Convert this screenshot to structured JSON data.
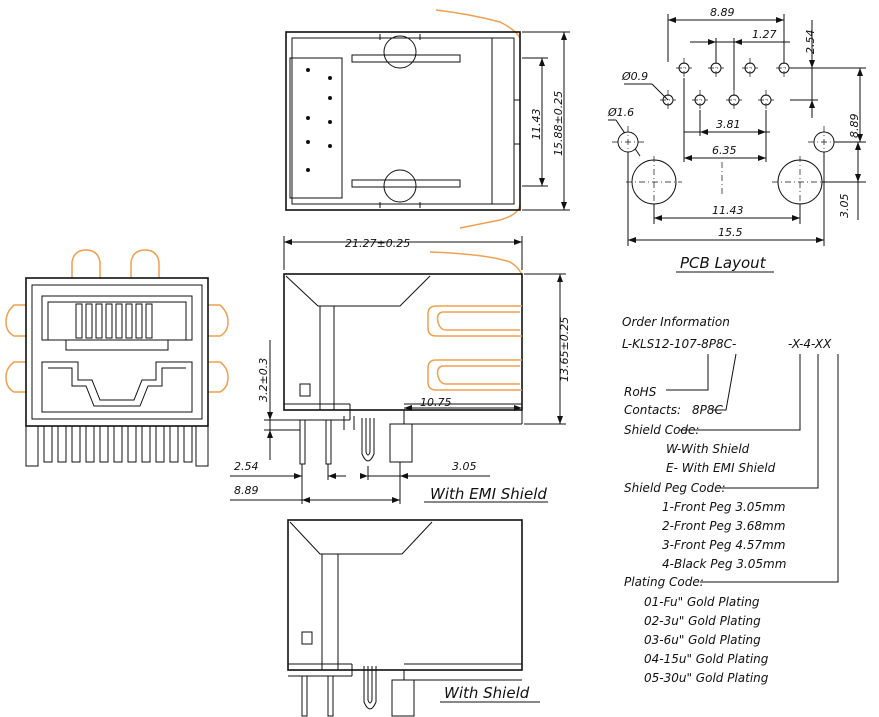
{
  "top_view": {
    "dim_width": "11.43",
    "dim_height": "15.88±0.25"
  },
  "side_emi": {
    "dim_length": "21.27±0.25",
    "dim_height": "13.65±0.25",
    "dim_peg": "3.2±0.3",
    "dim_front": "10.75",
    "dim_pin_pitch": "2.54",
    "dim_peg_offset": "3.05",
    "dim_total": "8.89",
    "caption": "With EMI Shield"
  },
  "side_shield": {
    "caption": "With Shield"
  },
  "pcb": {
    "dim_pin_span": "8.89",
    "dim_pitch_top": "1.27",
    "dim_row_gap": "2.54",
    "dim_pin_hole": "Ø0.9",
    "dim_peg_hole": "Ø1.6",
    "dim_inner": "3.81",
    "dim_mid": "6.35",
    "dim_peg_span": "11.43",
    "dim_total": "15.5",
    "dim_height": "8.89",
    "dim_peg_down": "3.05",
    "title": "PCB Layout"
  },
  "order": {
    "title": "Order Information",
    "part_prefix": "L-KLS12-107-8P8C-",
    "part_suffix": "-X-4-XX",
    "rohs": "RoHS",
    "contacts_label": "Contacts:",
    "contacts_value": "8P8C",
    "shield_code_title": "Shield Code:",
    "shield_codes": [
      "W-With Shield",
      "E- With EMI Shield"
    ],
    "peg_code_title": "Shield Peg Code:",
    "peg_codes": [
      "1-Front Peg 3.05mm",
      "2-Front Peg 3.68mm",
      "3-Front Peg 4.57mm",
      "4-Black Peg 3.05mm"
    ],
    "plating_title": "Plating Code:",
    "plating_codes": [
      "01-Fu\"  Gold Plating",
      "02-3u\"  Gold Plating",
      "03-6u\"  Gold Plating",
      "04-15u\" Gold Plating",
      "05-30u\" Gold Plating"
    ]
  }
}
